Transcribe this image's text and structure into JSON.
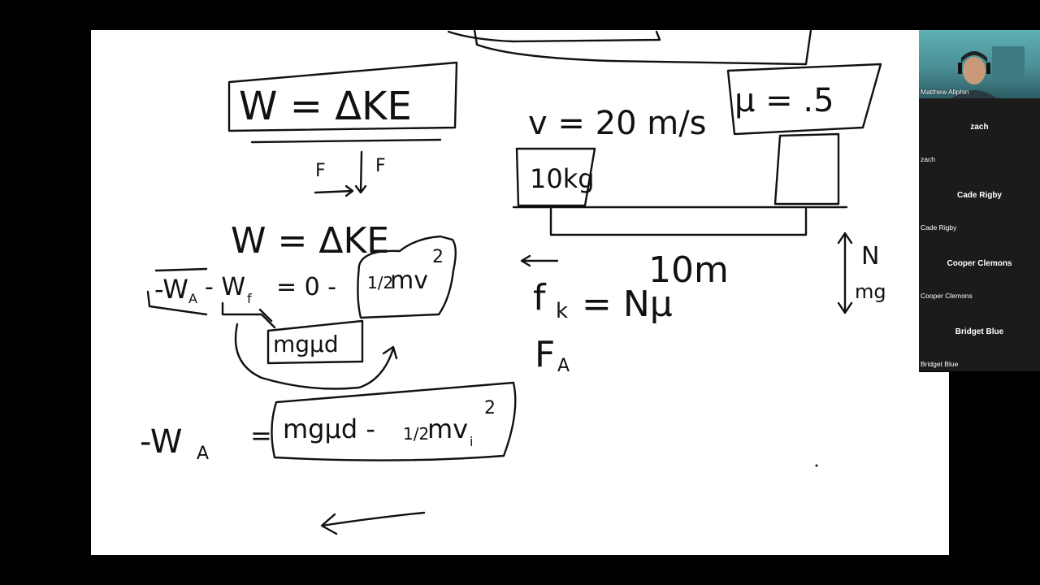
{
  "meeting": {
    "participants": [
      {
        "name": "Matthew Allphin",
        "video": true
      },
      {
        "name": "zach",
        "video": false
      },
      {
        "name": "Cade Rigby",
        "video": false
      },
      {
        "name": "Cooper Clemons",
        "video": false
      },
      {
        "name": "Bridget Blue",
        "video": false
      }
    ]
  },
  "board": {
    "eq_work_energy": "W = ΔKE",
    "force_label_left": "F",
    "force_label_right": "F",
    "eq_work_energy_2": "W = ΔKE",
    "lhs_applied": "-W",
    "lhs_applied_sub": "A",
    "lhs_friction": "- W",
    "lhs_friction_sub": "f",
    "equals_zero": "= 0 -",
    "half": "1/2",
    "mv": "mv",
    "exp2": "2",
    "friction_work": "mgμd",
    "result_lhs": "-W",
    "result_lhs_sub": "A",
    "result_eq": "=",
    "result_rhs_a": "mgμd -",
    "result_half": "1/2",
    "result_rhs_b": "mv",
    "result_sub": "i",
    "result_exp": "2",
    "velocity": "v = 20 m/s",
    "mu": "μ = .5",
    "mass_label": "10kg",
    "distance": "10m",
    "friction_eq": "f",
    "friction_sub": "k",
    "friction_rhs": "= Nμ",
    "applied_force": "F",
    "applied_sub": "A",
    "normal_label": "N",
    "weight_label": "mg"
  }
}
